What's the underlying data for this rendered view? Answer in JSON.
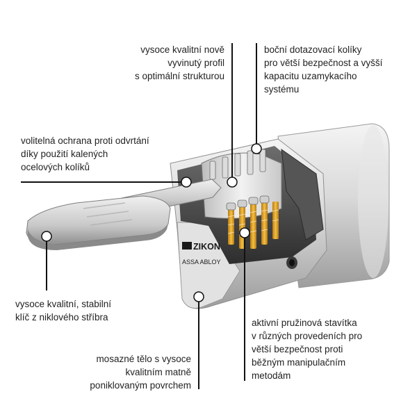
{
  "brand": {
    "logo_text": "ZIKON",
    "subbrand_text": "ASSA ABLOY"
  },
  "labels": {
    "profile": "vysoce kvalitní nově\nvyvinutý profil\ns optimální strukturou",
    "side_pins": "boční dotazovací kolíky\npro větší bezpečnost a vyšší\nkapacitu uzamykacího\nsystému",
    "anti_drill": "volitelná ochrana proti odvrtání\ndíky použití kalených\nocelových kolíků",
    "key": "vysoce kvalitní, stabilní\nklíč z niklového stříbra",
    "body": "mosazné tělo s vysoce\nkvalitním matně\nponiklovaným povrchem",
    "springs": "aktivní pružinová stavítka\nv různých provedeních pro\nvětší bezpečnost proti\nběžným manipulačním\nmetodám"
  },
  "colors": {
    "leader": "#111111",
    "text": "#222222",
    "spring": "#e0a020",
    "metal_light": "#eeeeee",
    "metal_dark": "#7a7a7a"
  },
  "icons": [
    "callout-dot-icon"
  ]
}
